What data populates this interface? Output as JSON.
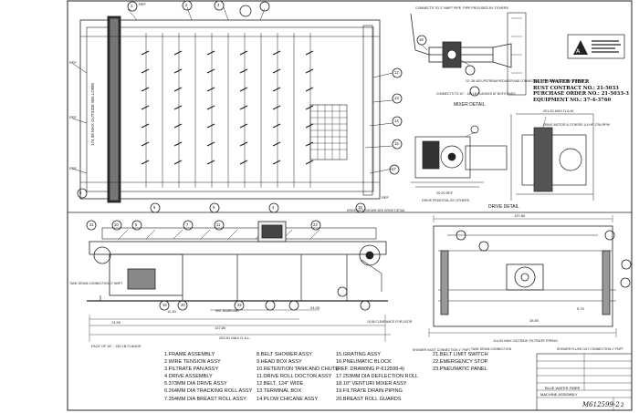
{
  "project_info": {
    "line1": "BLUE WATER FIBER",
    "line2": "RUST CONTRACT NO.: 21-5033",
    "line3": "PURCHASE ORDER NO.: 21-5033-3",
    "line4": "EQUIPMENT NO.: 37-4-3760"
  },
  "mixer_detail": {
    "title": "MIXER DETAIL",
    "note1": "CONNECTS TO 2\" NNPT PIPE, PIPE PROVIDED BY OTHERS",
    "note2": "10\" ON 450 UPSTREAM REDUCER AND CONNECTING PIPING PROVIDED BY OTHERS",
    "note3": "CONNECTS TO 10\" - 150 LB FLANGES AT BOTH ENDS"
  },
  "drive_detail": {
    "title": "DRIVE DETAIL",
    "motor_note": "DRIVE MOTOR & OTHERS 1/4 HP 1750 RPM",
    "pedestal_note": "DRIVE PEDESTAL BY OTHERS",
    "dim_a": "20.20 REF",
    "dim_b": "201.92 MAX O.A.W."
  },
  "plan_notes": {
    "belt_length": "174.38 MAX OUTSIDE BELLOWS",
    "ref": "REF"
  },
  "elevation": {
    "dim_overall": "253.51 MAX O.A.L.",
    "dim_74": "74.50",
    "dim_137": "137.80",
    "dim_24": "24.00",
    "dim_11": "11.30",
    "face_note": "FACE OF 16\" - 150 LB FLANGE",
    "tank_drain": "TANK DRAIN CONNECTION 2\" NNPT",
    "drain_note": "DRIVE NOT SHOWN SEE DRIVE DETAIL",
    "baseline": "SBT BASELINE",
    "clearance_note": "15.65 CLEARANCE FOR DOOR"
  },
  "end_view": {
    "dim_137": "137.80",
    "dim_filtrate": "114.00 MAX OUTSIDE FILTRATE PIPING",
    "shower_inlet": "SHOWER INLET CONNECTION 1\" FNPT",
    "tank_drain": "TANK DRAIN CONNECTION",
    "flush_out": "SHOWER FLUSH OUT CONNECTION 1\" FNPT",
    "dim_28": "28.80",
    "dim_5": "5.75"
  },
  "bill_of_materials": {
    "col1": [
      "1.FRAME ASSEMBLY",
      "2.WIRE TENSION ASSY",
      "3.FILTRATE PAN ASSY",
      "4.DRIVE ASSEMBLY",
      "5.373mm DIA DRIVE ASSY",
      "6.264mm DIA TRACKING ROLL ASSY",
      "7.354mm DIA BREAST ROLL ASSY"
    ],
    "col2": [
      "8.BELT SHOWER ASSY",
      "9.HEAD BOX ASSY",
      "10.RETENTION TANK AND CHUTE",
      "11.DRIVE ROLL DOCTOR ASSY",
      "12.BELT, 124\" WIDE",
      "13.TERMINAL BOX",
      "14.PLOW CHICANE ASSY"
    ],
    "col3": [
      "15.GRATING ASSY",
      "16.PNEUMATIC BLOCK",
      "(REF. DRAWING P-612599-4)",
      "17.253mm DIA DEFLECTION ROLL",
      "18.10\" VENTURI MIXER ASSY",
      "19.FILTRATE DRAIN PIPING",
      "20.BREAST ROLL GUARDS"
    ],
    "col4": [
      "21.BELT LIMIT SWITCH",
      "22.EMERGENCY STOP",
      "23.PNEUMATIC PANEL"
    ]
  },
  "title_block": {
    "client": "BLUE WATER FIBER",
    "title": "MACHINE ASSEMBLY",
    "drawing_no": "M612599-2",
    "sheet": "2"
  },
  "balloons": [
    "1",
    "2",
    "3",
    "4",
    "5",
    "6",
    "7",
    "8",
    "9",
    "10",
    "11",
    "12",
    "13",
    "14",
    "15",
    "16",
    "17",
    "18",
    "19",
    "20",
    "21",
    "22",
    "23"
  ]
}
